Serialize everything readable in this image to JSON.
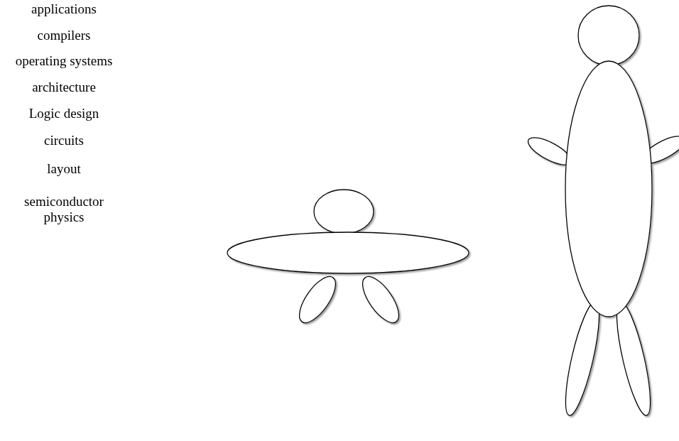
{
  "diagram": {
    "labels": [
      "applications",
      "compilers",
      "operating systems",
      "architecture",
      "Logic design",
      "circuits",
      "layout",
      "semiconductor physics"
    ]
  }
}
